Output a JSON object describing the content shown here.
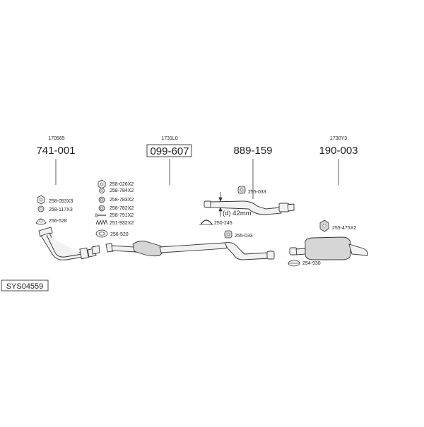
{
  "assemblies": [
    {
      "oe": "170565",
      "part": "741-001",
      "highlighted": false
    },
    {
      "oe": "1731L0",
      "part": "099-607",
      "highlighted": true
    },
    {
      "oe": "",
      "part": "889-159",
      "highlighted": false
    },
    {
      "oe": "1730Y3",
      "part": "190-003",
      "highlighted": false
    }
  ],
  "small_parts": {
    "p1": "258-053X3",
    "p2": "258-117X3",
    "p3": "256-528",
    "p4": "258-026X2",
    "p5": "258-784X2",
    "p6": "258-783X2",
    "p7": "258-782X2",
    "p8": "258-791X2",
    "p9": "251-932X2",
    "p10": "256-520",
    "p11": "255-033",
    "p12": "250-245",
    "p13": "255-033",
    "p14": "255-475X2",
    "p15": "254-930"
  },
  "note": "(d) 42mm",
  "system_ref": "SYS04559",
  "colors": {
    "line": "#333333",
    "fill_light": "#f2f2f2",
    "fill_mid": "#d6d6d6"
  }
}
